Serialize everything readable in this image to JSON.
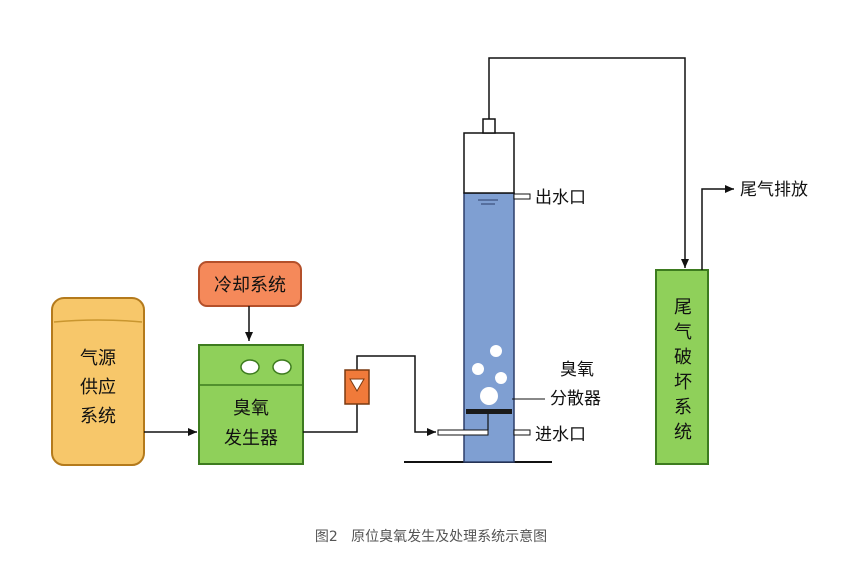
{
  "diagram": {
    "gas_supply": [
      "气源",
      "供应",
      "系统"
    ],
    "cooling_system": "冷却系统",
    "ozone_generator": [
      "臭氧",
      "发生器"
    ],
    "ozone_diffuser": [
      "臭氧",
      "分散器"
    ],
    "water_outlet": "出水口",
    "water_inlet": "进水口",
    "tail_gas_exhaust": "尾气排放",
    "tail_gas_destruction": [
      "尾",
      "气",
      "破",
      "坏",
      "系",
      "统"
    ]
  },
  "caption": "图2   原位臭氧发生及处理系统示意图",
  "colors": {
    "gas_supply_fill": "#f7c76a",
    "gas_supply_border": "#b47a1c",
    "cooling_fill": "#f5895a",
    "cooling_border": "#b4502a",
    "generator_fill": "#8fd05a",
    "generator_border": "#3d7b1f",
    "column_fill": "#7f9fd2",
    "column_border": "#2d3f6b",
    "valve_fill": "#f07a3a",
    "tail_fill": "#8fd05a",
    "tail_border": "#3d7b1f"
  }
}
